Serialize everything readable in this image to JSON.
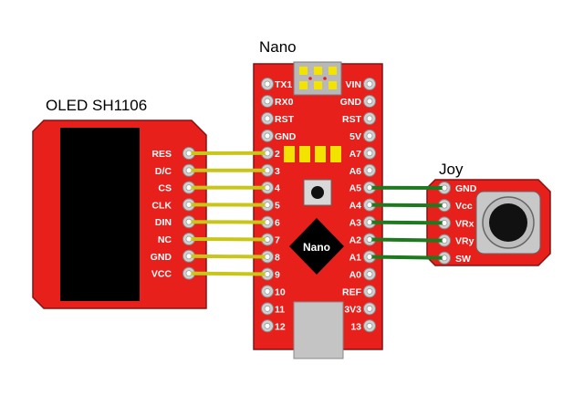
{
  "titles": {
    "nano": "Nano",
    "oled": "OLED  SH1106",
    "joy": "Joy"
  },
  "nano": {
    "chip_label": "Nano",
    "left_pins": [
      "TX1",
      "RX0",
      "RST",
      "GND",
      "2",
      "3",
      "4",
      "5",
      "6",
      "7",
      "8",
      "9",
      "10",
      "11",
      "12"
    ],
    "right_pins": [
      "VIN",
      "GND",
      "RST",
      "5V",
      "A7",
      "A6",
      "A5",
      "A4",
      "A3",
      "A2",
      "A1",
      "A0",
      "REF",
      "3V3",
      "13"
    ]
  },
  "oled": {
    "pins": [
      "RES",
      "D/C",
      "CS",
      "CLK",
      "DIN",
      "NC",
      "GND",
      "VCC"
    ]
  },
  "joy": {
    "pins": [
      "GND",
      "Vcc",
      "VRx",
      "VRy",
      "SW"
    ]
  },
  "colors": {
    "board_red": "#e8201c",
    "board_edge": "#8a1010",
    "wire_yellow": "#c9c61a",
    "wire_green": "#1e7a1e",
    "screen_black": "#000000",
    "led_yellow": "#f2e400",
    "usb_gray": "#c4c4c4"
  }
}
